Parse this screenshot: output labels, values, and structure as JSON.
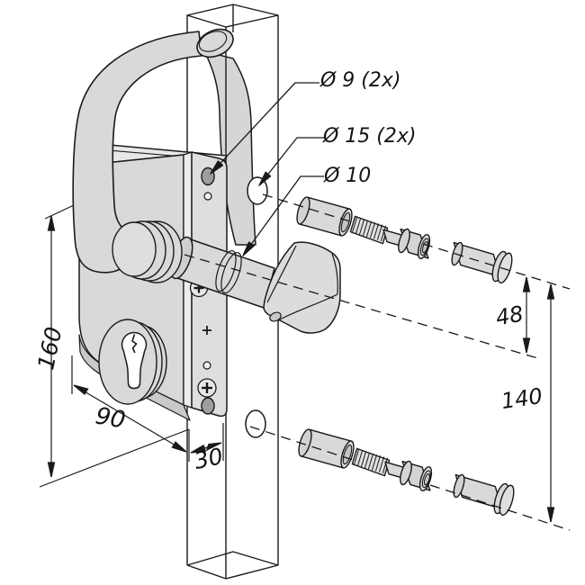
{
  "diagram": {
    "callouts": {
      "hole_diameter_top": "Ø 9 (2x)",
      "hole_diameter_side": "Ø 15 (2x)",
      "pin_diameter": "Ø 10"
    },
    "dimensions": {
      "lock_height": "160",
      "lock_depth": "90",
      "post_width": "30",
      "hole_offset": "48",
      "hole_spacing": "140"
    },
    "colors": {
      "outline": "#1a1a1a",
      "metal_light": "#d9d9d9",
      "metal_top": "#e8e8e8",
      "metal_dark": "#c9c9c9",
      "hole_fill": "#9e9e9e",
      "background": "#ffffff"
    }
  }
}
